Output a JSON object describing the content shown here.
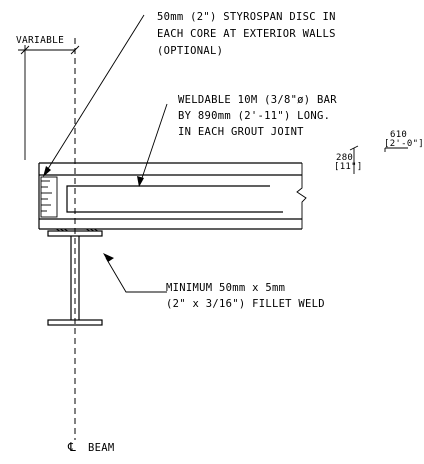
{
  "labels": {
    "variable": "VARIABLE",
    "disc": [
      "50mm (2\") STYROSPAN DISC IN",
      "EACH CORE AT EXTERIOR WALLS",
      "(OPTIONAL)"
    ],
    "bar": [
      "WELDABLE 10M (3/8\"ø) BAR",
      "BY 890mm (2'-11\") LONG.",
      "IN EACH GROUT JOINT"
    ],
    "weld": [
      "MINIMUM 50mm x 5mm",
      "(2\" x 3/16\") FILLET WELD"
    ],
    "beam": "BEAM",
    "centerline_symbol": "℄"
  },
  "dimensions": {
    "width_mm": "610",
    "width_imperial": "[2'-0\"]",
    "height_mm": "280",
    "height_imperial": "[11\"]"
  }
}
